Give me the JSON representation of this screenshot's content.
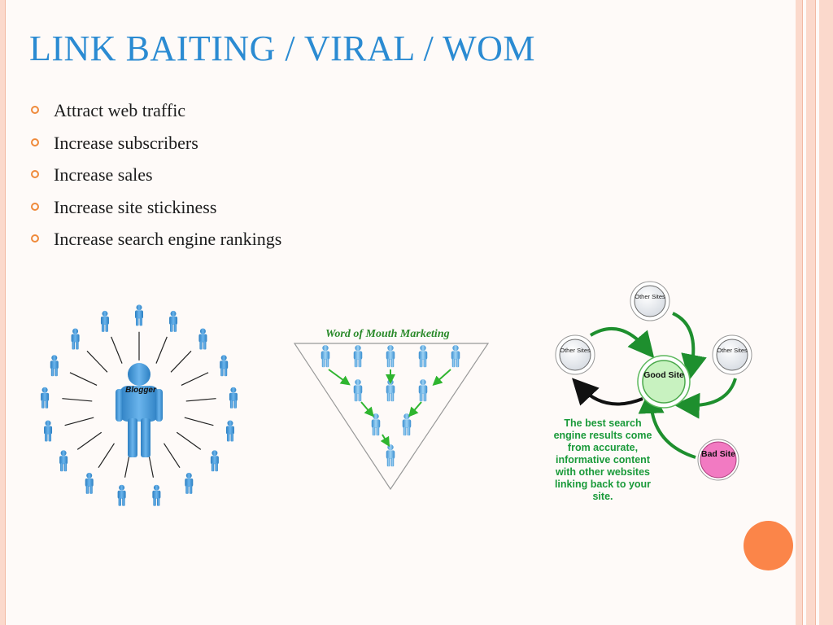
{
  "slide": {
    "title": "LINK BAITING / VIRAL / WOM",
    "bullets": [
      "Attract web traffic",
      "Increase subscribers",
      "Increase sales",
      "Increase site stickiness",
      "Increase search engine rankings"
    ]
  },
  "blogger_figure": {
    "center_label": "Blogger"
  },
  "wom_figure": {
    "caption": "Word of Mouth Marketing"
  },
  "seo_diagram": {
    "other_sites_label_top": "Other Sites",
    "other_sites_label_left": "Other Sites",
    "other_sites_label_right": "Other Sites",
    "good_site_label": "Good Site",
    "bad_site_label": "Bad Site",
    "description": "The best search engine results come from accurate, informative content with other websites linking back to your site."
  },
  "colors": {
    "title": "#2b8bd2",
    "bullet": "#ef8a3b",
    "accent_orange": "#fb8549",
    "border_peach": "#fbd9cc",
    "figure_blue": "#4a9fd8",
    "arrow_green": "#1a9a3a"
  }
}
